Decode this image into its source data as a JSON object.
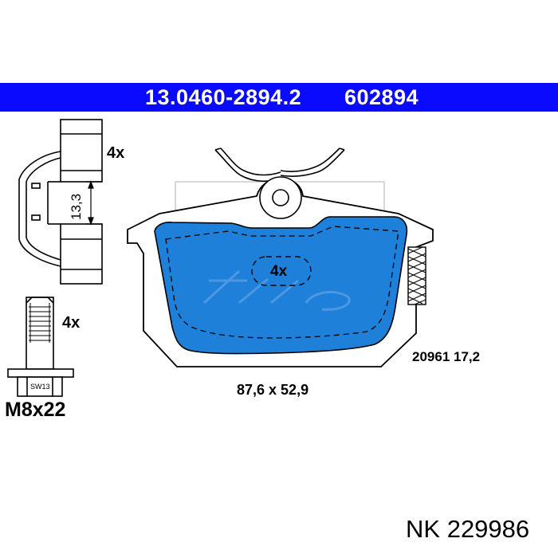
{
  "header": {
    "part_number": "13.0460-2894.2",
    "ref_number": "602894"
  },
  "labels": {
    "clip_qty": "4x",
    "clip_dimension": "13,3",
    "pad_qty": "4x",
    "bolt_qty": "4x",
    "bolt_wrench": "SW13",
    "bolt_size": "M8x22",
    "wva_thickness": "20961 17,2",
    "pad_dimensions": "87,6 x 52,9"
  },
  "footer": {
    "brand": "NK",
    "code": "229986"
  },
  "colors": {
    "header_bg": "#0a0aff",
    "friction_material": "#1e80d8",
    "outline": "#000000"
  }
}
